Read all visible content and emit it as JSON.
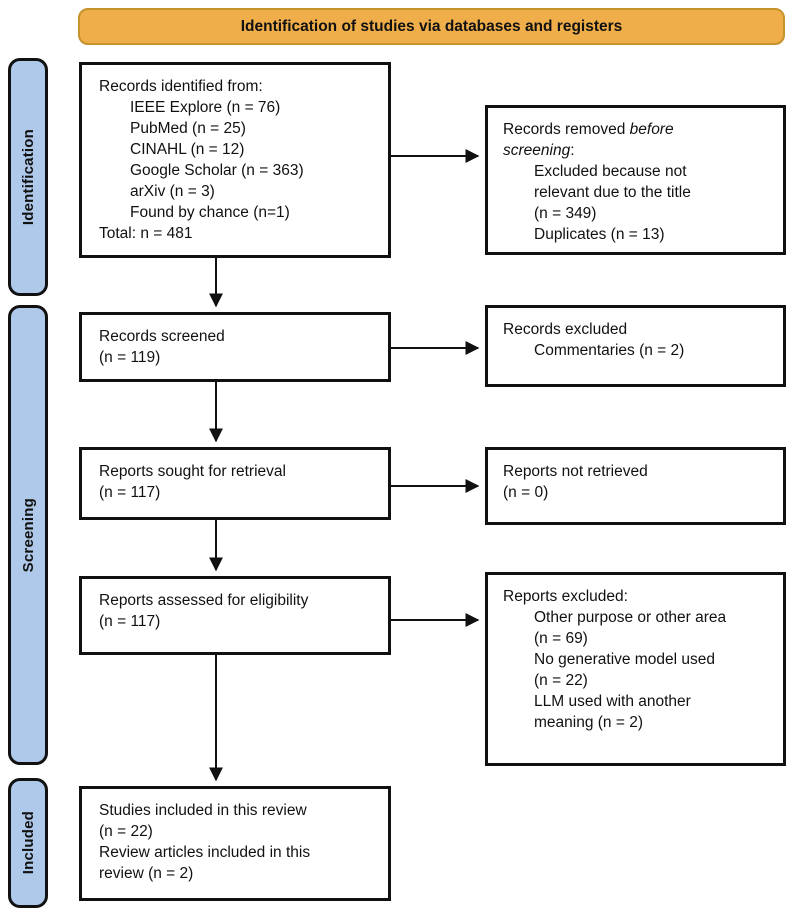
{
  "banner": {
    "title": "Identification of studies via databases and registers"
  },
  "colors": {
    "banner_fill": "#F0AE4A",
    "banner_border": "#C6922B",
    "stage_fill": "#AEC9E9",
    "stage_border": "#111111",
    "box_border": "#111111",
    "arrow": "#111111"
  },
  "stages": [
    {
      "label": "Identification"
    },
    {
      "label": "Screening"
    },
    {
      "label": "Included"
    }
  ],
  "main_boxes": {
    "records_identified": {
      "lines": [
        {
          "text": "Records identified from:",
          "indent": 0
        },
        {
          "text": "IEEE Explore (n = 76)",
          "indent": 1
        },
        {
          "text": "PubMed (n = 25)",
          "indent": 1
        },
        {
          "text": "CINAHL (n = 12)",
          "indent": 1
        },
        {
          "text": "Google Scholar (n = 363)",
          "indent": 1
        },
        {
          "text": "arXiv (n = 3)",
          "indent": 1
        },
        {
          "text": "Found by chance (n=1)",
          "indent": 1
        },
        {
          "text": "Total: n = 481",
          "indent": 0
        }
      ]
    },
    "records_screened": {
      "lines": [
        {
          "text": "Records screened",
          "indent": 0
        },
        {
          "text": "(n = 119)",
          "indent": 0
        }
      ]
    },
    "reports_sought": {
      "lines": [
        {
          "text": "Reports sought for retrieval",
          "indent": 0
        },
        {
          "text": "(n = 117)",
          "indent": 0
        }
      ]
    },
    "reports_assessed": {
      "lines": [
        {
          "text": "Reports assessed for eligibility",
          "indent": 0
        },
        {
          "text": "(n = 117)",
          "indent": 0
        }
      ]
    },
    "studies_included": {
      "lines": [
        {
          "text": "Studies included in this review",
          "indent": 0
        },
        {
          "text": "(n = 22)",
          "indent": 0
        },
        {
          "text": "Review articles included in this",
          "indent": 0
        },
        {
          "text": "review (n = 2)",
          "indent": 0
        }
      ]
    }
  },
  "side_boxes": {
    "records_removed": {
      "lines": [
        {
          "indent": 0,
          "segments": [
            {
              "text": "Records removed "
            },
            {
              "text": "before",
              "italic": true
            }
          ]
        },
        {
          "indent": 0,
          "segments": [
            {
              "text": "screening",
              "italic": true
            },
            {
              "text": ":"
            }
          ]
        },
        {
          "text": "Excluded because not",
          "indent": 1
        },
        {
          "text": "relevant due to the title",
          "indent": 1
        },
        {
          "text": "(n = 349)",
          "indent": 1
        },
        {
          "text": "Duplicates (n = 13)",
          "indent": 1
        }
      ]
    },
    "records_excluded": {
      "lines": [
        {
          "text": "Records excluded",
          "indent": 0
        },
        {
          "text": "Commentaries (n = 2)",
          "indent": 1
        }
      ]
    },
    "reports_not_retrieved": {
      "lines": [
        {
          "text": "Reports not retrieved",
          "indent": 0
        },
        {
          "text": "(n = 0)",
          "indent": 0
        }
      ]
    },
    "reports_excluded": {
      "lines": [
        {
          "text": "Reports excluded:",
          "indent": 0
        },
        {
          "text": "Other purpose or other area",
          "indent": 1
        },
        {
          "text": "(n = 69)",
          "indent": 1
        },
        {
          "text": "No generative model used",
          "indent": 1
        },
        {
          "text": "(n = 22)",
          "indent": 1
        },
        {
          "text": "LLM used with another",
          "indent": 1
        },
        {
          "text": "meaning (n = 2)",
          "indent": 1
        }
      ]
    }
  }
}
